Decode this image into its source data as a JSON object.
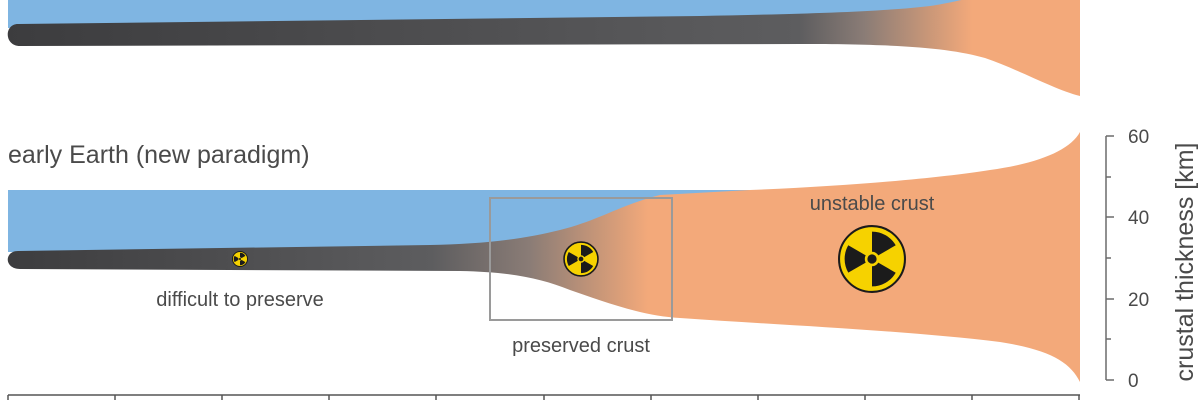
{
  "panel_title": "early Earth (new paradigm)",
  "labels": {
    "difficult": "difficult to preserve",
    "preserved": "preserved crust",
    "unstable": "unstable crust"
  },
  "axis": {
    "title": "crustal thickness [km]",
    "ticks": [
      "60",
      "40",
      "20",
      "0"
    ]
  },
  "colors": {
    "ocean": "#7fb5e2",
    "crust_dark": "#3c3c3e",
    "crust_grey": "#5d5d5f",
    "crust_warm": "#f3a97a",
    "box": "#9a9a9a",
    "radiation": "#f6d200"
  },
  "icons": [
    "radiation-icon-small",
    "radiation-icon-medium",
    "radiation-icon-large"
  ]
}
